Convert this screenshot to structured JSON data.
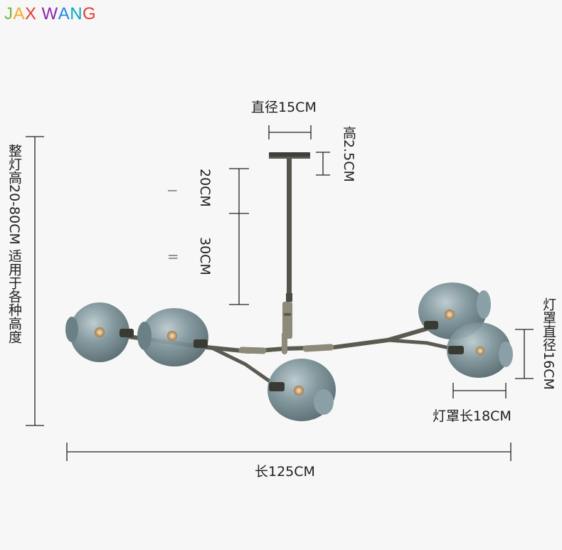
{
  "brand": {
    "logo_letters": [
      "J",
      "A",
      "X",
      " ",
      "W",
      "A",
      "N",
      "G"
    ],
    "logo_colors": [
      "#7cb342",
      "#f9a825",
      "#e53935",
      "#ffffff",
      "#8e24aa",
      "#1e88e5",
      "#00acc1",
      "#e53935"
    ]
  },
  "dimensions": {
    "canopy_diameter": "直径15CM",
    "canopy_height": "高2.5CM",
    "rod_a": "20CM",
    "rod_b": "30CM",
    "rod_mark_a": "|",
    "rod_mark_b": "||",
    "overall_height": "整灯高20-80CM 适用于各种高度",
    "shade_diameter": "灯罩直径16CM",
    "shade_length": "灯罩长18CM",
    "total_length": "长125CM"
  },
  "colors": {
    "glass": "#5f7880",
    "metal": "#4a4a44",
    "line": "#222222"
  }
}
